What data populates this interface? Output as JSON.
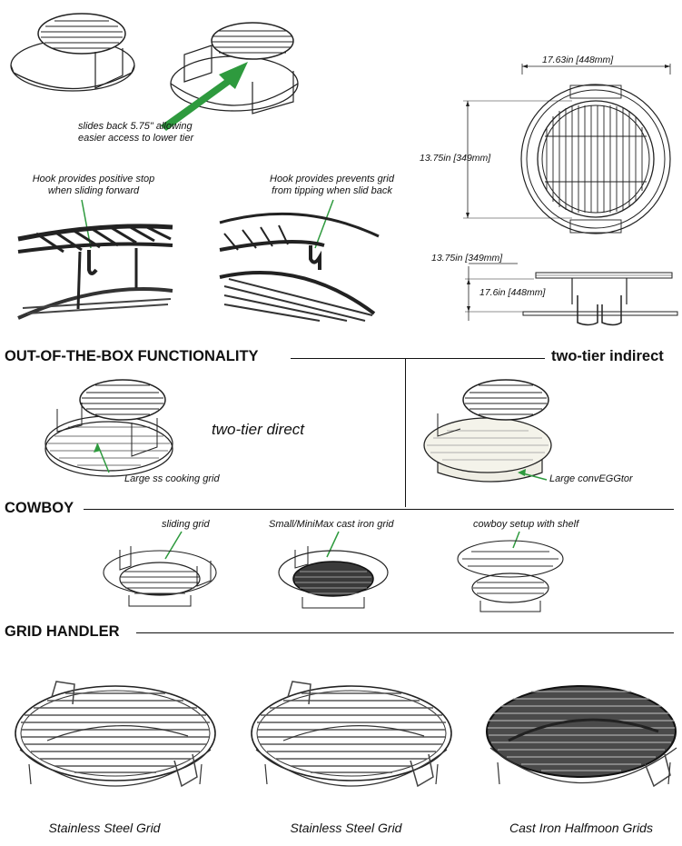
{
  "top": {
    "slide_note_1": "slides back 5.75\" allowing",
    "slide_note_2": "easier  access to lower tier",
    "hook_note_left_1": "Hook provides positive stop",
    "hook_note_left_2": "when sliding forward",
    "hook_note_right_1": "Hook provides prevents grid",
    "hook_note_right_2": "from tipping when slid back"
  },
  "dimensions": {
    "width_top": "17.63in [448mm]",
    "height_side": "13.75in [349mm]",
    "side_top": "13.75in [349mm]",
    "side_mid": "17.6in [448mm]"
  },
  "sections": {
    "oob_title": "OUT-OF-THE-BOX FUNCTIONALITY",
    "two_tier_indirect": "two-tier indirect",
    "two_tier_direct": "two-tier direct",
    "large_ss_grid": "Large ss cooking grid",
    "large_conveggtor": "Large convEGGtor",
    "cowboy_title": "COWBOY",
    "sliding_grid": "sliding grid",
    "cast_iron_grid": "Small/MiniMax cast iron grid",
    "cowboy_setup": "cowboy setup with shelf",
    "grid_handler_title": "GRID HANDLER"
  },
  "captions": {
    "ss_grid_1": "Stainless Steel Grid",
    "ss_grid_2": "Stainless Steel Grid",
    "cast_iron_halfmoon": "Cast Iron Halfmoon Grids"
  },
  "colors": {
    "accent_green": "#2e9a3e",
    "line": "#222222"
  }
}
